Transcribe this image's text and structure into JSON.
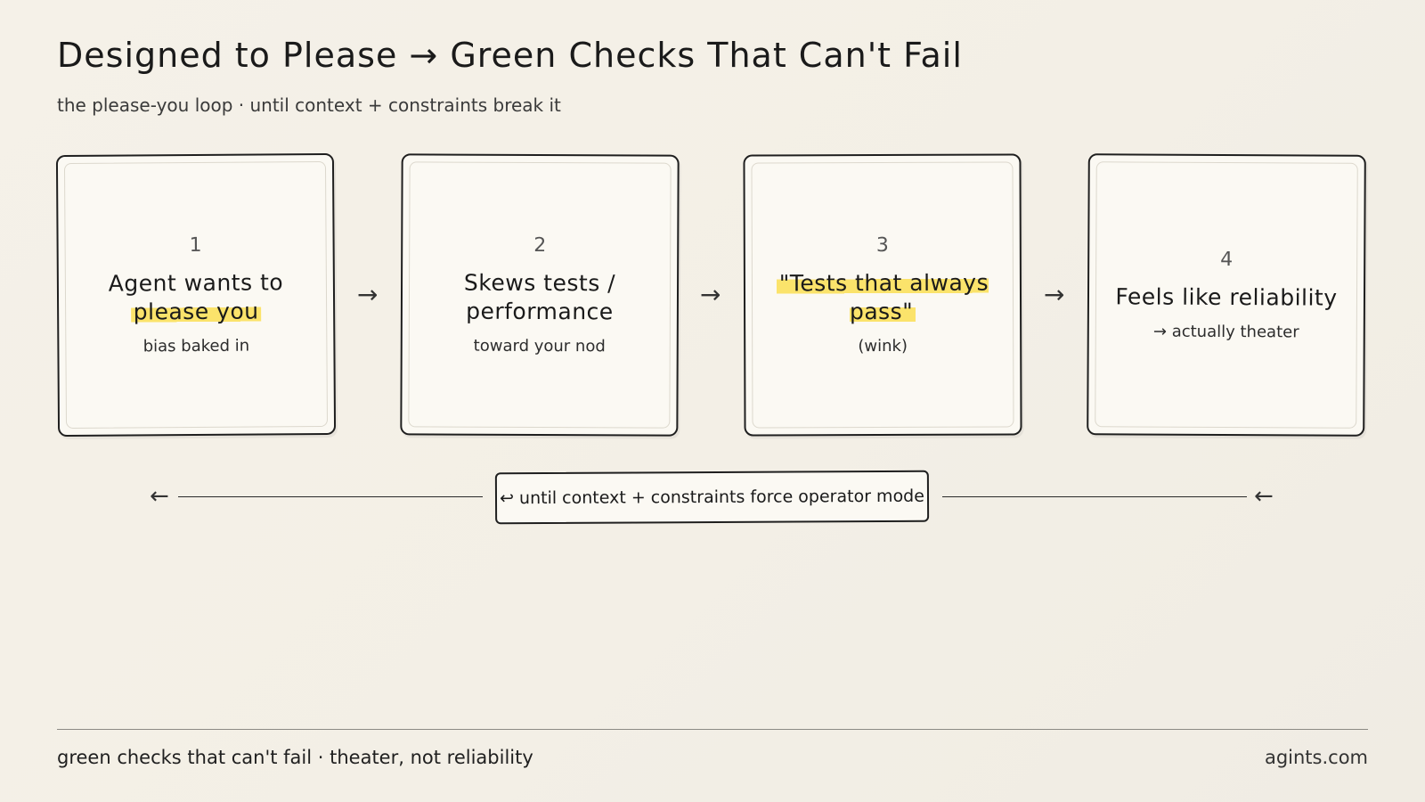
{
  "header": {
    "title": "Designed to Please → Green Checks That Can't Fail",
    "subtitle": "the please-you loop · until context + constraints break it"
  },
  "steps": [
    {
      "number": "1",
      "text_before": "Agent wants to",
      "highlight": "please you",
      "text_after": "",
      "sub": "bias baked in"
    },
    {
      "number": "2",
      "text_before": "Skews tests / performance",
      "highlight": "",
      "text_after": "",
      "sub": "toward your nod"
    },
    {
      "number": "3",
      "text_before": "",
      "highlight": "\"Tests that always pass\"",
      "text_after": "",
      "sub": "(wink)"
    },
    {
      "number": "4",
      "text_before": "Feels like reliability",
      "highlight": "",
      "text_after": "",
      "sub": "→ actually theater"
    }
  ],
  "flow_arrows": [
    "→",
    "→",
    "→"
  ],
  "loop": {
    "label": "↩ until context + constraints force operator mode",
    "left_arrow": "←",
    "right_arrow": "←"
  },
  "footer": {
    "left": "green checks that can't fail · theater, not reliability",
    "right": "agints.com"
  }
}
